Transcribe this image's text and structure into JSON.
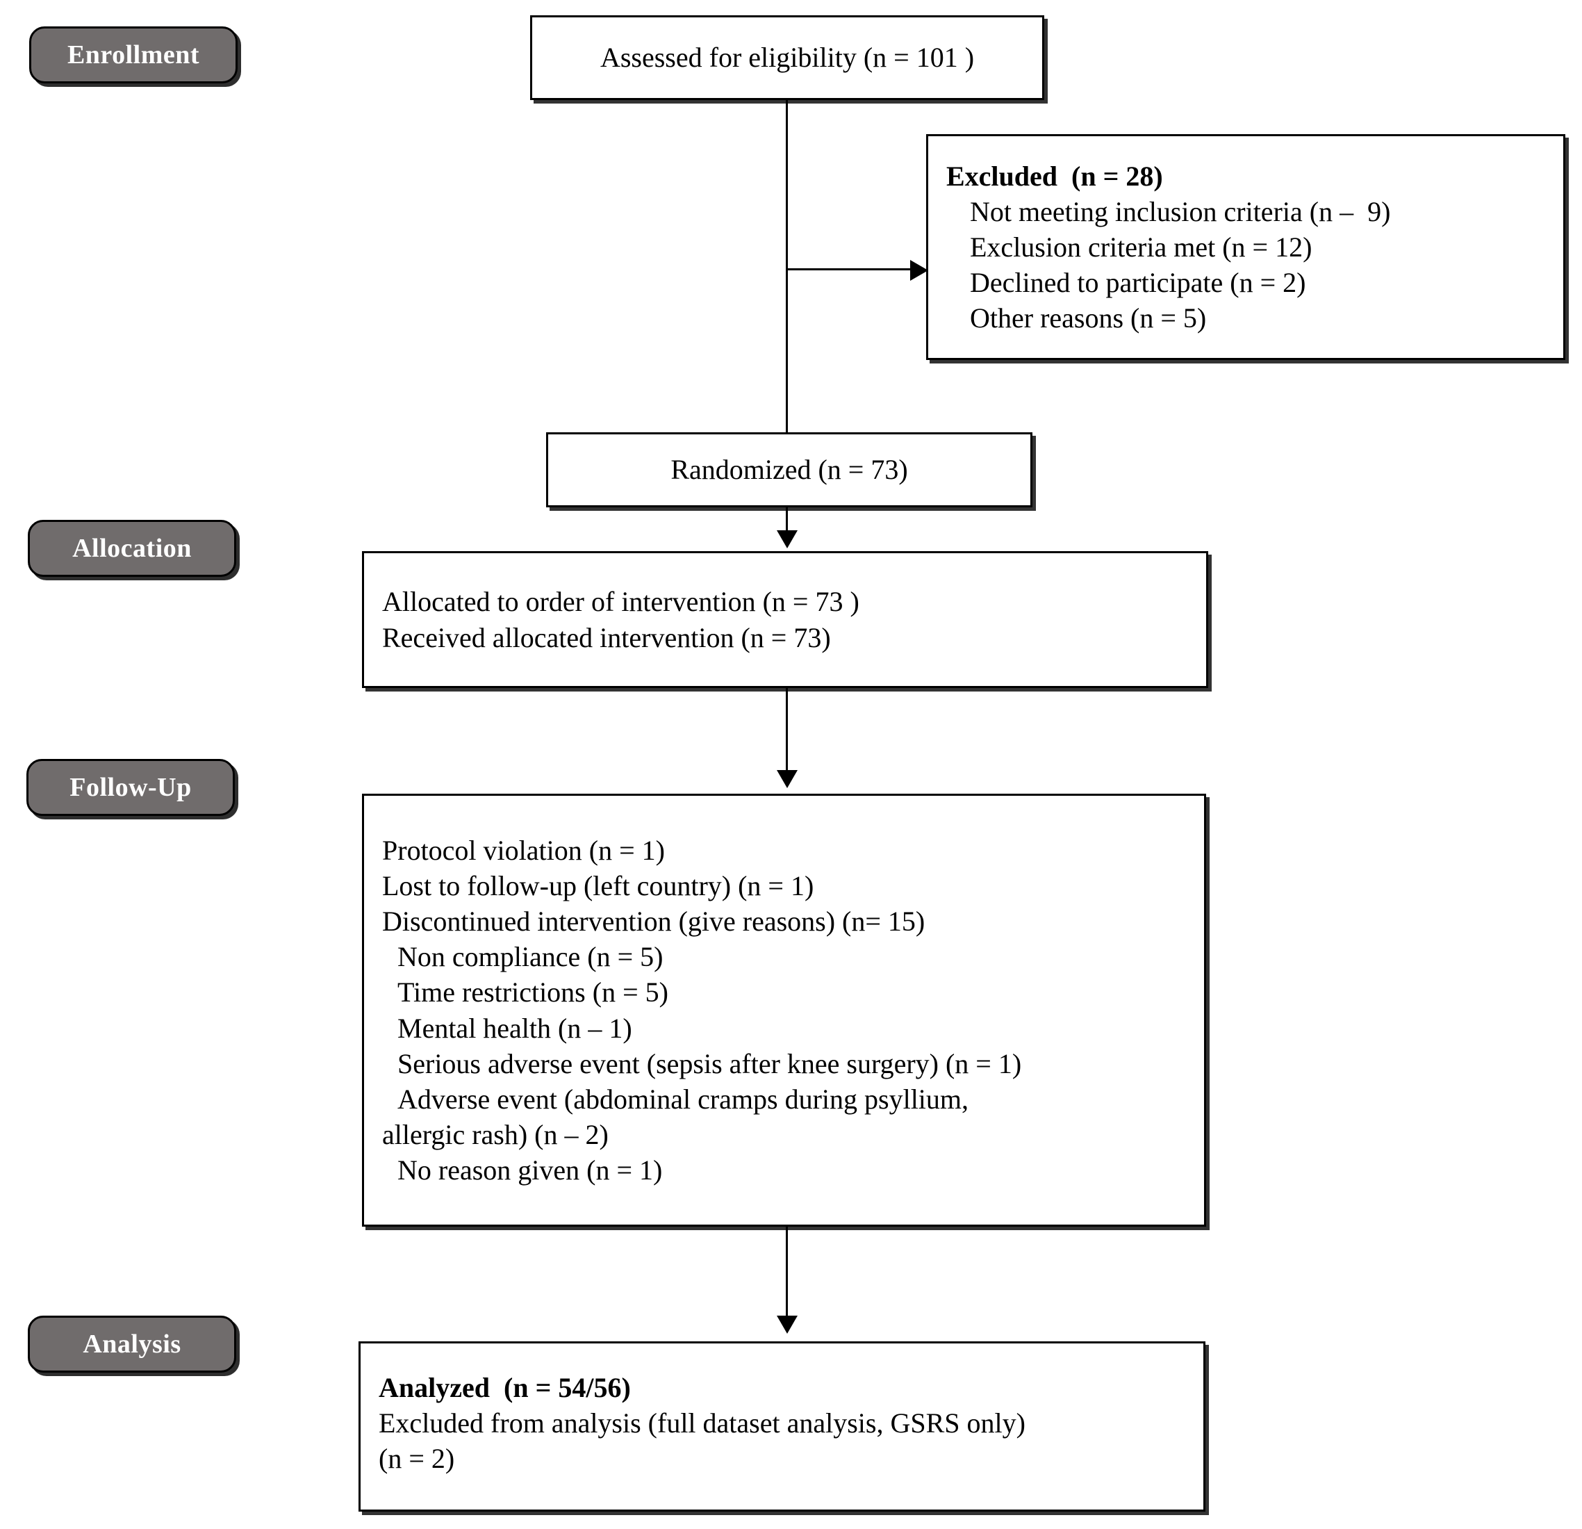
{
  "diagram": {
    "title": "CONSORT participant flow diagram",
    "accent_grey": "#706C6C",
    "border_color": "#000000",
    "background": "#ffffff"
  },
  "stages": [
    {
      "id": "enrollment",
      "label": "Enrollment"
    },
    {
      "id": "allocation",
      "label": "Allocation"
    },
    {
      "id": "followup",
      "label": "Follow-Up"
    },
    {
      "id": "analysis",
      "label": "Analysis"
    }
  ],
  "boxes": {
    "assessed": {
      "name": "assessed-for-eligibility-box",
      "lines": [
        {
          "text": "Assessed for eligibility (n = 101 )",
          "bold": false,
          "indent": 0
        }
      ]
    },
    "excluded": {
      "name": "excluded-box",
      "lines": [
        {
          "text": "Excluded  (n = 28)",
          "bold": true,
          "indent": 0
        },
        {
          "text": "Not meeting inclusion criteria (n –  9)",
          "bold": false,
          "indent": 1
        },
        {
          "text": "Exclusion criteria met (n = 12)",
          "bold": false,
          "indent": 1
        },
        {
          "text": "Declined to participate (n = 2)",
          "bold": false,
          "indent": 1
        },
        {
          "text": "Other reasons (n = 5)",
          "bold": false,
          "indent": 1
        }
      ]
    },
    "randomized": {
      "name": "randomized-box",
      "lines": [
        {
          "text": "Randomized (n = 73)",
          "bold": false,
          "indent": 0
        }
      ]
    },
    "allocated": {
      "name": "allocated-box",
      "lines": [
        {
          "text": "Allocated to order of intervention (n = 73 )",
          "bold": false,
          "indent": 0
        },
        {
          "text": "Received allocated intervention (n = 73)",
          "bold": false,
          "indent": 0
        }
      ]
    },
    "followup": {
      "name": "follow-up-box",
      "lines": [
        {
          "text": "Protocol violation (n = 1)",
          "bold": false,
          "indent": 0
        },
        {
          "text": "Lost to follow-up (left country) (n = 1)",
          "bold": false,
          "indent": 0
        },
        {
          "text": "Discontinued intervention (give reasons) (n= 15)",
          "bold": false,
          "indent": 0
        },
        {
          "text": "Non compliance (n = 5)",
          "bold": false,
          "indent": 2
        },
        {
          "text": "Time restrictions (n = 5)",
          "bold": false,
          "indent": 2
        },
        {
          "text": "Mental health (n – 1)",
          "bold": false,
          "indent": 2
        },
        {
          "text": "Serious adverse event (sepsis after knee surgery) (n = 1)",
          "bold": false,
          "indent": 2
        },
        {
          "text": "Adverse event (abdominal cramps during psyllium,",
          "bold": false,
          "indent": 2
        },
        {
          "text": "allergic rash) (n – 2)",
          "bold": false,
          "indent": 0
        },
        {
          "text": "No reason given (n = 1)",
          "bold": false,
          "indent": 2
        }
      ]
    },
    "analysis": {
      "name": "analysis-box",
      "lines": [
        {
          "text": "Analyzed  (n = 54/56)",
          "bold": true,
          "indent": 0
        },
        {
          "text": "Excluded from analysis (full dataset analysis, GSRS only)",
          "bold": false,
          "indent": 0
        },
        {
          "text": "(n = 2)",
          "bold": false,
          "indent": 0
        }
      ]
    }
  },
  "connectors": [
    {
      "name": "assessed-to-randomized-connector",
      "type": "vertical-line"
    },
    {
      "name": "assessed-to-excluded-connector",
      "type": "horizontal-arrow"
    },
    {
      "name": "randomized-to-allocated-arrow",
      "type": "vertical-arrow"
    },
    {
      "name": "allocated-to-followup-arrow",
      "type": "vertical-arrow"
    },
    {
      "name": "followup-to-analysis-arrow",
      "type": "vertical-arrow"
    }
  ]
}
